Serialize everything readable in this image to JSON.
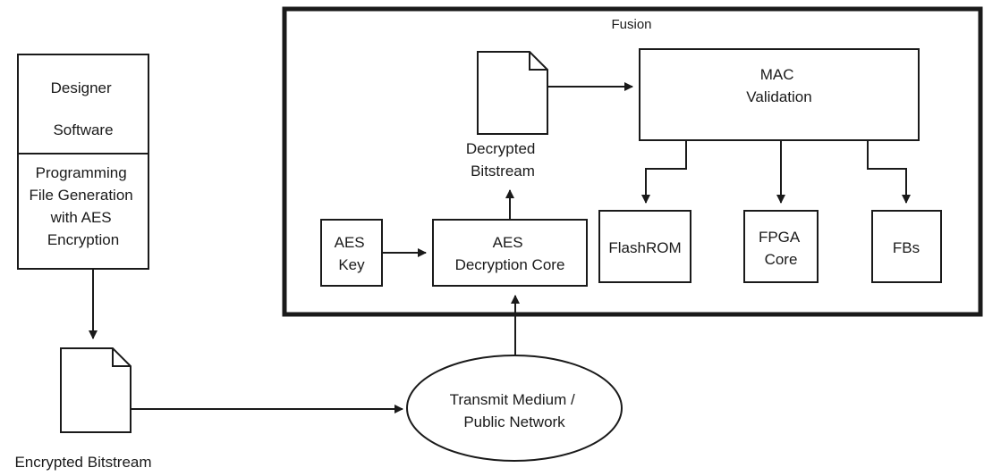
{
  "diagram": {
    "fusion_title": "Fusion",
    "designer_software": [
      "Designer",
      "Software"
    ],
    "programming_file": [
      "Programming",
      "File Generation",
      "with AES",
      "Encryption"
    ],
    "encrypted_bitstream": "Encrypted Bitstream",
    "transmit_medium": [
      "Transmit Medium /",
      "Public Network"
    ],
    "aes_key": [
      "AES",
      "Key"
    ],
    "aes_decryption_core": [
      "AES",
      "Decryption Core"
    ],
    "decrypted_bitstream": [
      "Decrypted",
      "Bitstream"
    ],
    "mac_validation": [
      "MAC",
      "Validation"
    ],
    "flashrom": "FlashROM",
    "fpga_core": [
      "FPGA",
      "Core"
    ],
    "fbs": "FBs"
  }
}
